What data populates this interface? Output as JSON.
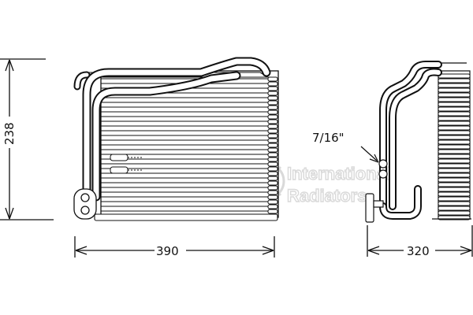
{
  "dimensions": {
    "height": "238",
    "front_width": "390",
    "side_width": "320",
    "fitting": "7/16\""
  },
  "watermark": {
    "line1": "International",
    "line2": "Radiators"
  },
  "colors": {
    "line": "#111111",
    "watermark": "#d9d9d9"
  }
}
